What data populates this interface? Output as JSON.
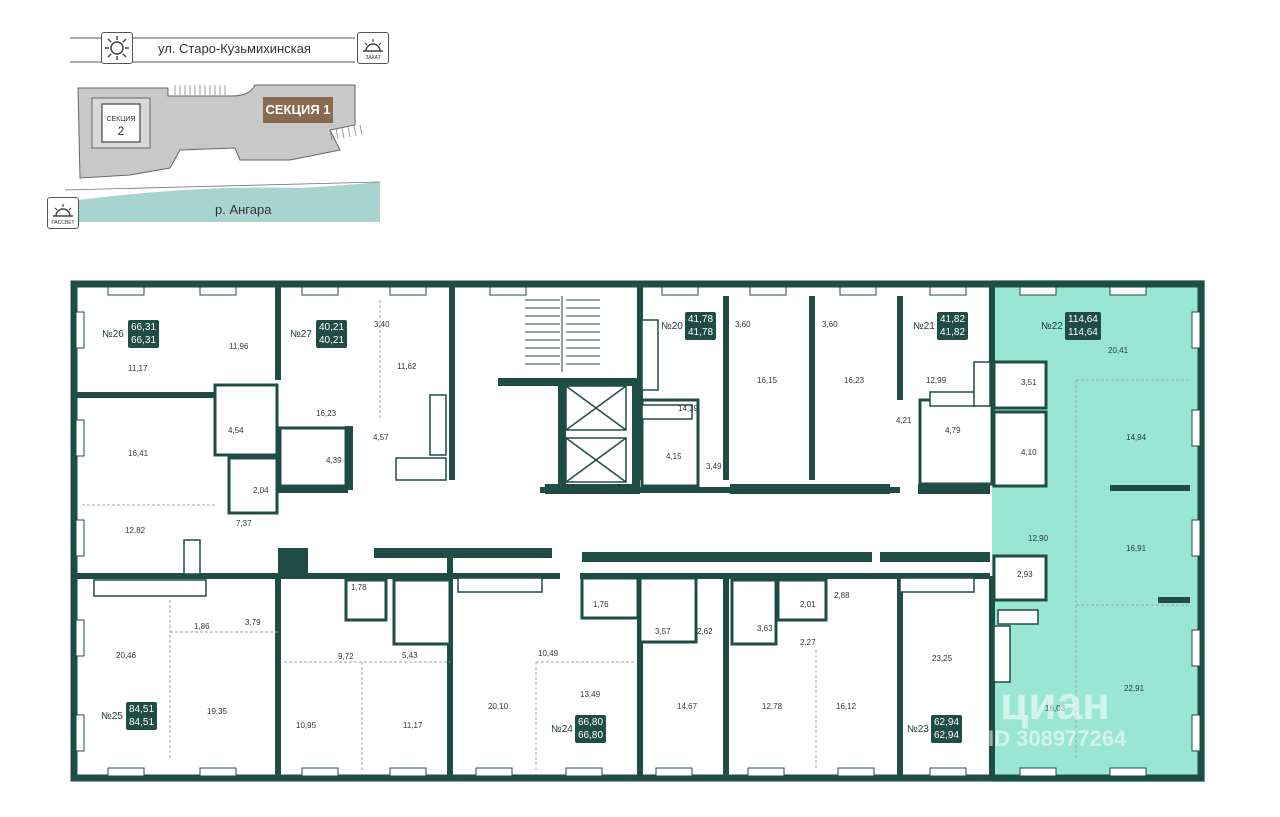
{
  "site_plan": {
    "street_label": "ул. Старо-Кузьмихинская",
    "river_label": "р. Ангара",
    "section1_label": "СЕКЦИЯ 1",
    "section2_label": "СЕКЦИЯ",
    "section2_number": "2",
    "sunset_label": "ЗАКАТ",
    "sunrise_label": "РАССВЕТ",
    "colors": {
      "building": "#c8c8c8",
      "section1": "#8a6a4f",
      "river": "#a9d3d0"
    }
  },
  "floor_plan": {
    "colors": {
      "wall": "#1f4d46",
      "highlight": "#99e6d2",
      "badge": "#1f4d46"
    },
    "apartments": [
      {
        "id": "apt-26",
        "number": "№26",
        "area_total": "66,31",
        "area_living": "66,31"
      },
      {
        "id": "apt-27",
        "number": "№27",
        "area_total": "40,21",
        "area_living": "40,21"
      },
      {
        "id": "apt-20",
        "number": "№20",
        "area_total": "41,78",
        "area_living": "41,78"
      },
      {
        "id": "apt-21",
        "number": "№21",
        "area_total": "41,82",
        "area_living": "41,82"
      },
      {
        "id": "apt-22",
        "number": "№22",
        "area_total": "114,64",
        "area_living": "114,64"
      },
      {
        "id": "apt-25",
        "number": "№25",
        "area_total": "84,51",
        "area_living": "84,51"
      },
      {
        "id": "apt-24",
        "number": "№24",
        "area_total": "66,80",
        "area_living": "66,80"
      },
      {
        "id": "apt-23",
        "number": "№23",
        "area_total": "62,94",
        "area_living": "62,94"
      }
    ],
    "room_areas": [
      "11,17",
      "11,96",
      "16,41",
      "4,54",
      "2,04",
      "7,37",
      "12,82",
      "3,40",
      "11,62",
      "16,23",
      "4,57",
      "4,39",
      "3,60",
      "16,15",
      "3,60",
      "16,23",
      "14,39",
      "4,15",
      "3,49",
      "12,99",
      "4,21",
      "4,79",
      "3,51",
      "20,41",
      "4,10",
      "14,94",
      "12,90",
      "16,91",
      "2,93",
      "16,03",
      "22,91",
      "1,78",
      "5,43",
      "9,72",
      "1,86",
      "3,79",
      "20,46",
      "19,35",
      "10,95",
      "11,17",
      "20,10",
      "10,49",
      "13,49",
      "1,76",
      "3,57",
      "2,62",
      "14,67",
      "3,63",
      "2,01",
      "2,27",
      "12,78",
      "16,12",
      "2,88",
      "23,25"
    ]
  },
  "watermark": {
    "brand": "циан",
    "id_text": "ID 308977264"
  }
}
